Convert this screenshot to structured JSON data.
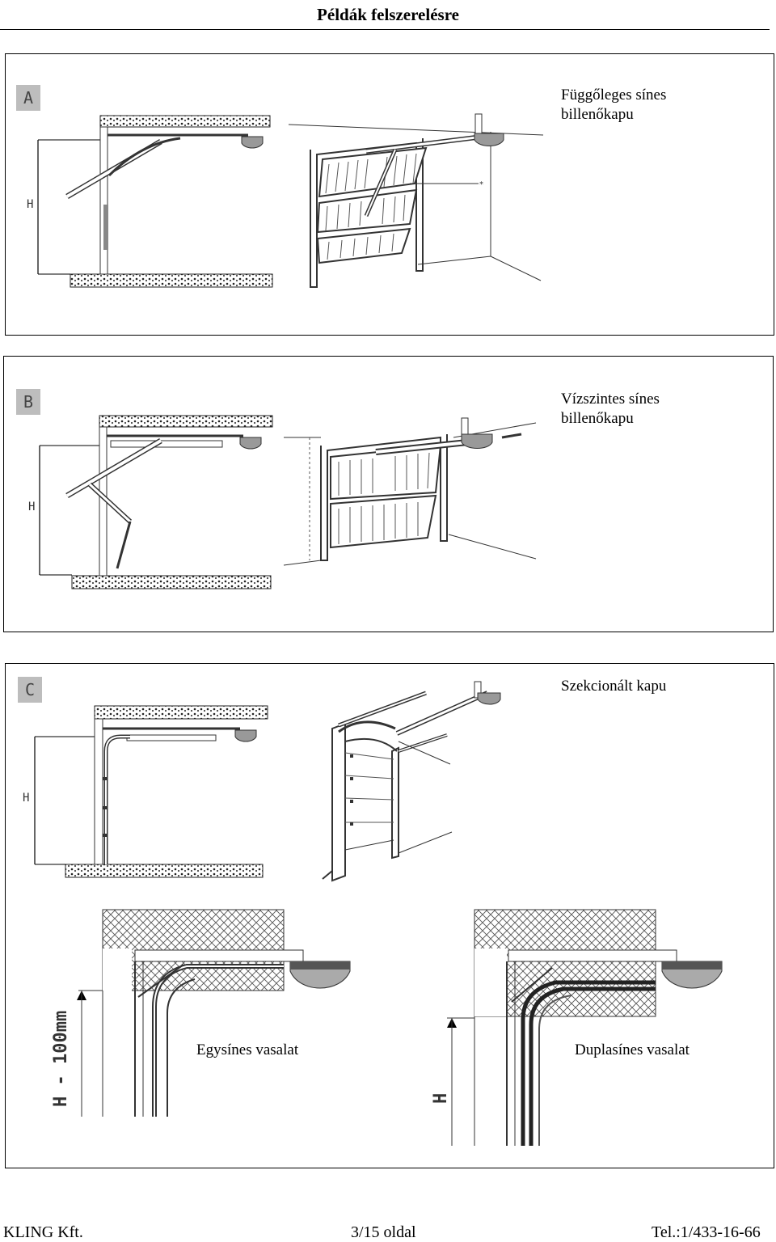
{
  "page": {
    "title": "Példák felszerelésre"
  },
  "panels": [
    {
      "letter": "A",
      "caption": "Függőleges sínes\nbillenőkapu",
      "height_label": "H"
    },
    {
      "letter": "B",
      "caption": "Vízszintes sínes\nbillenőkapu",
      "height_label": "H"
    },
    {
      "letter": "C",
      "caption": "Szekcionált kapu",
      "height_label": "H",
      "details": [
        {
          "caption": "Egysínes vasalat",
          "dimension": "H - 100mm"
        },
        {
          "caption": "Duplasínes vasalat",
          "dimension": "H"
        }
      ]
    }
  ],
  "footer": {
    "company": "KLING Kft.",
    "page_number": "3/15 oldal",
    "phone": "Tel.:1/433-16-66"
  }
}
